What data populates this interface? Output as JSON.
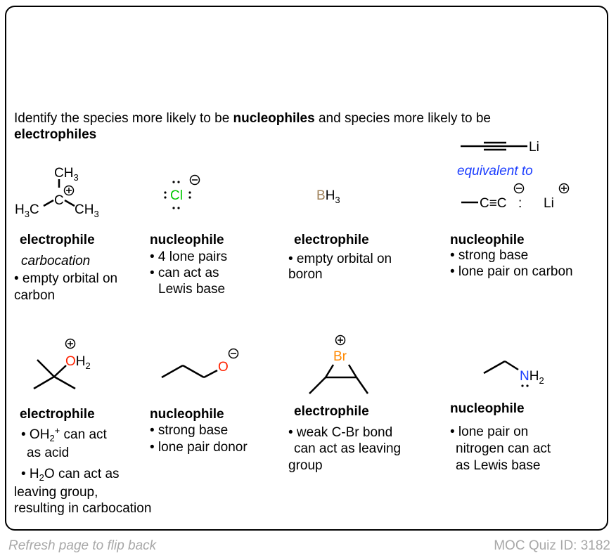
{
  "prompt": {
    "line1": "Identify the species more likely to be ",
    "bold1": "nucleophiles",
    "line1b": " and species more  likely to be",
    "bold2": "electrophiles"
  },
  "colors": {
    "chlorine": "#00c800",
    "boron": "#a0825a",
    "oxygen": "#ff2200",
    "bromine": "#ff8800",
    "nitrogen": "#1a3cff",
    "equivalent": "#1a3cff"
  },
  "molecules": {
    "carbocation": {
      "top": "CH",
      "top_sub": "3",
      "center": "C",
      "left": "H",
      "left_sub": "3",
      "left_c": "C",
      "right": "CH",
      "right_sub": "3"
    },
    "chloride": {
      "atom": "Cl"
    },
    "borane": {
      "atom": "B",
      "h": "H",
      "h_sub": "3"
    },
    "acetylide": {
      "li_top": "Li",
      "equivalent": "equivalent to",
      "ccc": "C≡C",
      "lone": ":",
      "li": "Li"
    },
    "oxonium": {
      "atom": "O",
      "h": "H",
      "h_sub": "2"
    },
    "propoxide": {
      "atom": "O"
    },
    "bromonium": {
      "atom": "Br"
    },
    "ethylamine": {
      "atom": "N",
      "h": "H",
      "h_sub": "2"
    }
  },
  "items": [
    {
      "label": "electrophile",
      "note": "carbocation",
      "lines": [
        "• empty orbital on",
        "carbon"
      ]
    },
    {
      "label": "nucleophile",
      "lines": [
        "• 4 lone pairs",
        "• can act as",
        "Lewis base"
      ]
    },
    {
      "label": "electrophile",
      "lines": [
        "• empty orbital on",
        "boron"
      ]
    },
    {
      "label": "nucleophile",
      "lines": [
        "• strong base",
        "• lone pair on carbon"
      ]
    },
    {
      "label": "electrophile",
      "lines": [
        "• OH",
        "2",
        "+",
        " can act",
        "as acid",
        "• H",
        "2",
        "O can act as",
        "leaving group,",
        "resulting in carbocation"
      ]
    },
    {
      "label": "nucleophile",
      "lines": [
        "• strong base",
        "• lone pair donor"
      ]
    },
    {
      "label": "electrophile",
      "lines": [
        "• weak C-Br bond",
        "can act as leaving",
        "group"
      ]
    },
    {
      "label": "nucleophile",
      "lines": [
        "• lone pair on",
        "nitrogen can act",
        "as Lewis base"
      ]
    }
  ],
  "footer": {
    "left": "Refresh page to flip back",
    "right": "MOC Quiz ID: 3182"
  }
}
